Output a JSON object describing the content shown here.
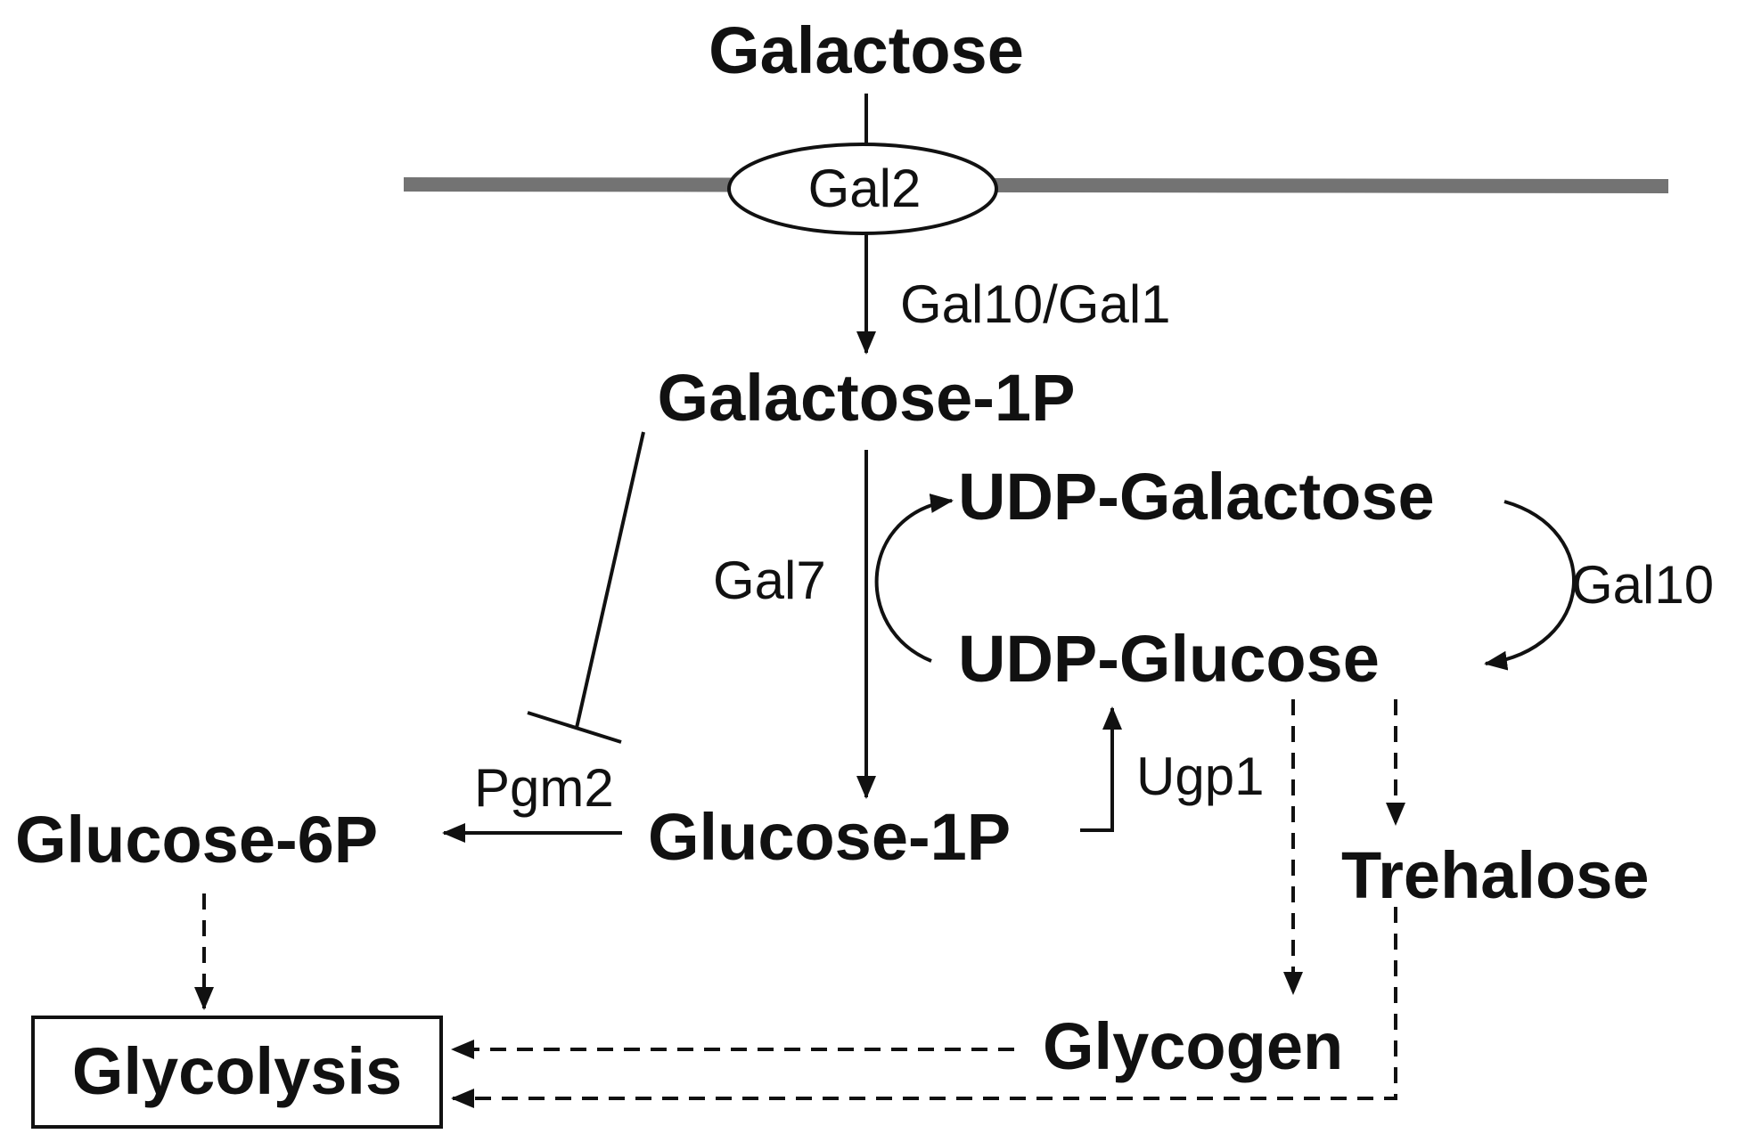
{
  "metabolites": {
    "galactose": "Galactose",
    "galactose_1p": "Galactose-1P",
    "udp_galactose": "UDP-Galactose",
    "udp_glucose": "UDP-Glucose",
    "glucose_1p": "Glucose-1P",
    "glucose_6p": "Glucose-6P",
    "trehalose": "Trehalose",
    "glycogen": "Glycogen",
    "glycolysis": "Glycolysis"
  },
  "enzymes": {
    "gal2": "Gal2",
    "gal10_gal1": "Gal10/Gal1",
    "gal7": "Gal7",
    "gal10": "Gal10",
    "pgm2": "Pgm2",
    "ugp1": "Ugp1"
  },
  "colors": {
    "membrane": "#737373",
    "line": "#111111",
    "background": "#ffffff"
  }
}
